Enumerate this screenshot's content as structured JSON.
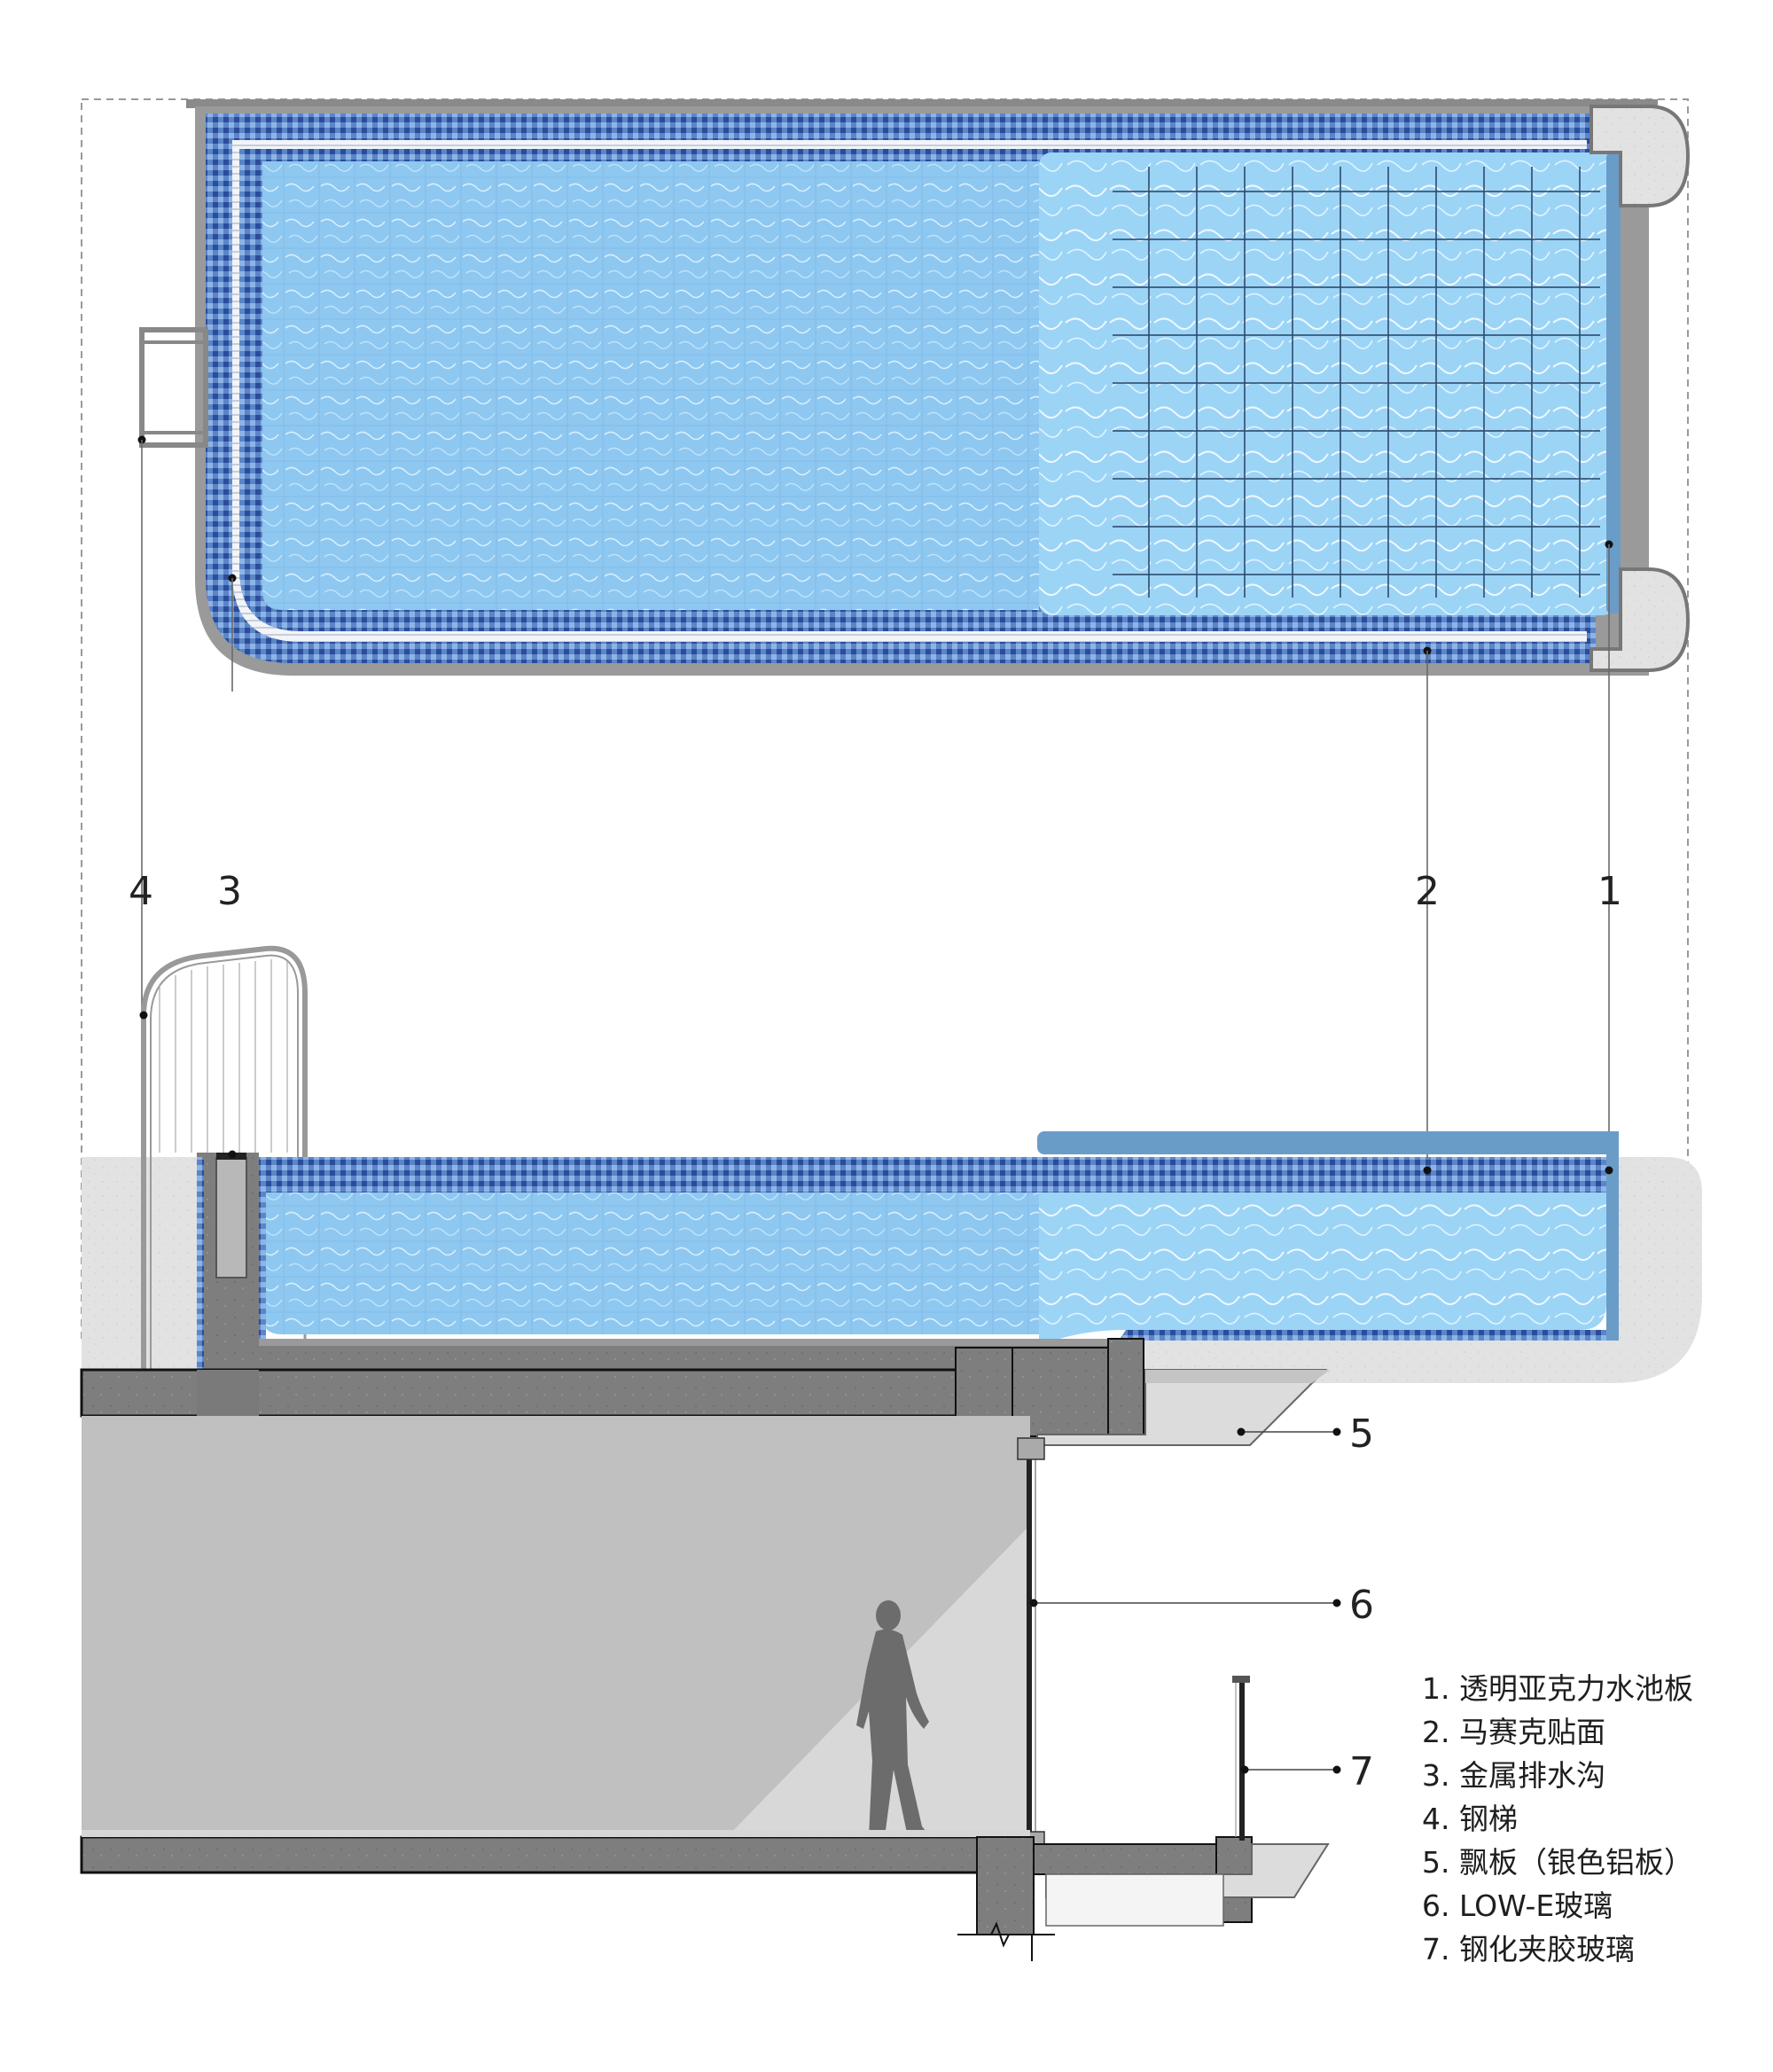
{
  "callouts": {
    "c1": "1",
    "c2": "2",
    "c3": "3",
    "c4": "4",
    "c5": "5",
    "c6": "6",
    "c7": "7"
  },
  "legend": {
    "items": [
      "1. 透明亚克力水池板",
      "2. 马赛克贴面",
      "3. 金属排水沟",
      "4. 钢梯",
      "5. 飘板（银色铝板）",
      "6. LOW-E玻璃",
      "7. 钢化夹胶玻璃"
    ]
  },
  "colors": {
    "water": "#8ec8f0",
    "water_light": "#a8dbf8",
    "mosaic": "#5a86c8",
    "mosaic_dark": "#2c4c9a",
    "concrete": "#7e7e7e",
    "room": "#c0c0c0",
    "terrace": "#e4e4e4",
    "acrylic": "#6a9cc8"
  }
}
